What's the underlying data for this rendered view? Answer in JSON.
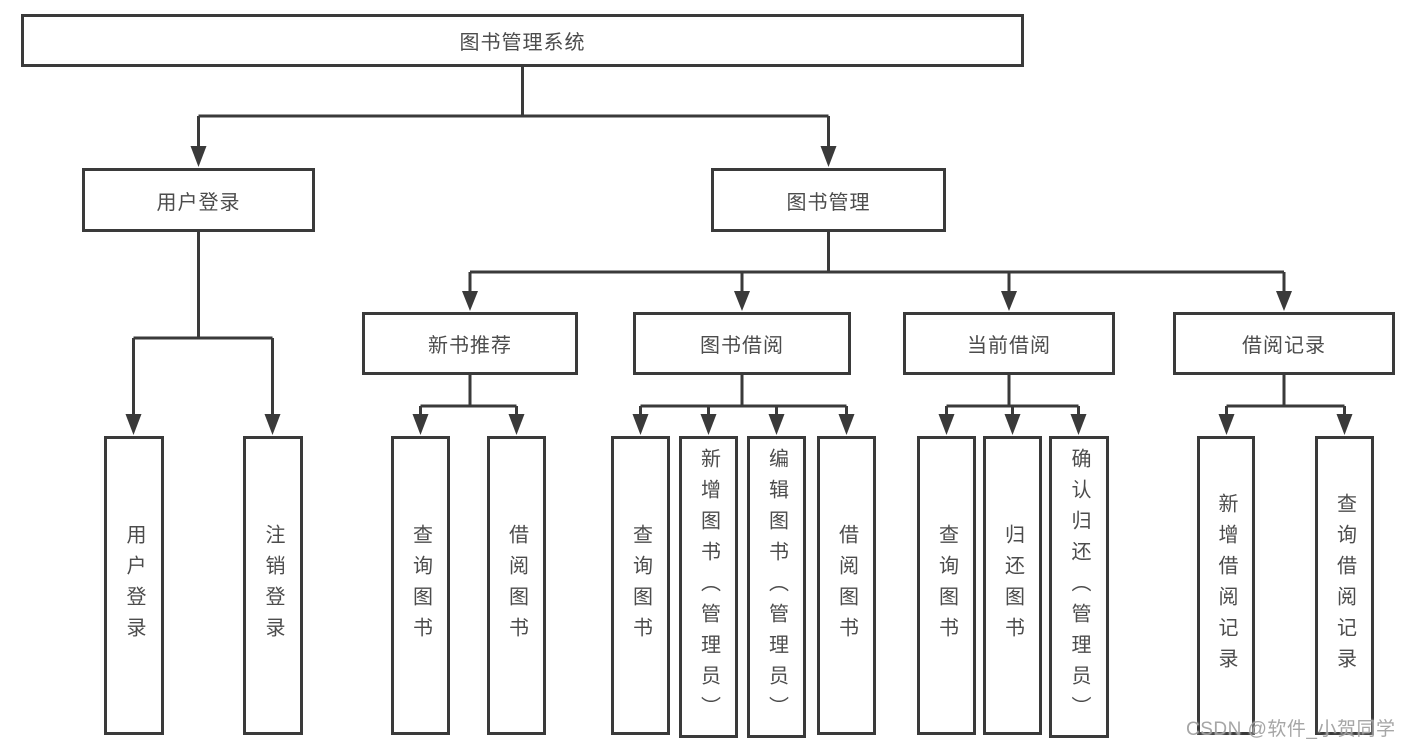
{
  "tree": {
    "root": {
      "label": "图书管理系统"
    },
    "login": {
      "label": "用户登录",
      "children": [
        {
          "label": "用户登录"
        },
        {
          "label": "注销登录"
        }
      ]
    },
    "management": {
      "label": "图书管理",
      "sections": [
        {
          "label": "新书推荐",
          "children": [
            {
              "label": "查询图书"
            },
            {
              "label": "借阅图书"
            }
          ]
        },
        {
          "label": "图书借阅",
          "children": [
            {
              "label": "查询图书"
            },
            {
              "label": "新增图书（管理员）"
            },
            {
              "label": "编辑图书（管理员）"
            },
            {
              "label": "借阅图书"
            }
          ]
        },
        {
          "label": "当前借阅",
          "children": [
            {
              "label": "查询图书"
            },
            {
              "label": "归还图书"
            },
            {
              "label": "确认归还（管理员）"
            }
          ]
        },
        {
          "label": "借阅记录",
          "children": [
            {
              "label": "新增借阅记录"
            },
            {
              "label": "查询借阅记录"
            }
          ]
        }
      ]
    }
  },
  "watermark": {
    "text": "CSDN @软件_小贺同学"
  },
  "colors": {
    "line": "#3a3a3a",
    "border": "#3a3a3a",
    "text": "#4c4c4c",
    "watermark": "#9e9e9e",
    "background": "#ffffff"
  }
}
